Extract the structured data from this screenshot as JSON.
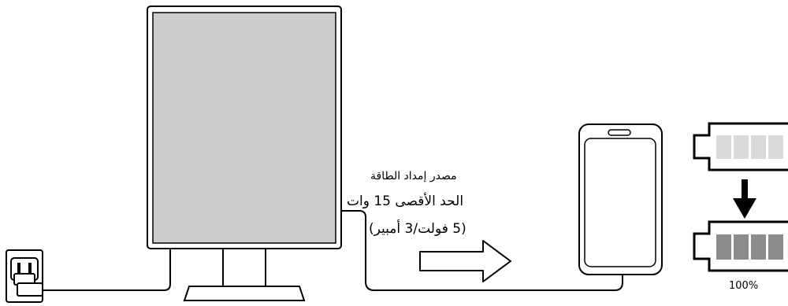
{
  "labels": {
    "supply": "مصدر إمداد الطاقة",
    "max_power": "الحد الأقصى 15 وات",
    "spec": "(5 فولت/3 أمبير)",
    "charge_level": "100%"
  },
  "battery_before": {
    "filled_segments": 0,
    "total_segments": 4
  },
  "battery_after": {
    "filled_segments": 4,
    "total_segments": 4
  },
  "colors": {
    "screen": "#cccccc",
    "empty_segment": "#d9d9d9",
    "full_segment": "#8c8c8c",
    "stroke": "#000000"
  },
  "icons": {
    "outlet": "wall-outlet-icon",
    "monitor": "monitor-icon",
    "arrow": "right-arrow-icon",
    "phone": "smartphone-icon",
    "down_arrow": "down-arrow-icon"
  }
}
